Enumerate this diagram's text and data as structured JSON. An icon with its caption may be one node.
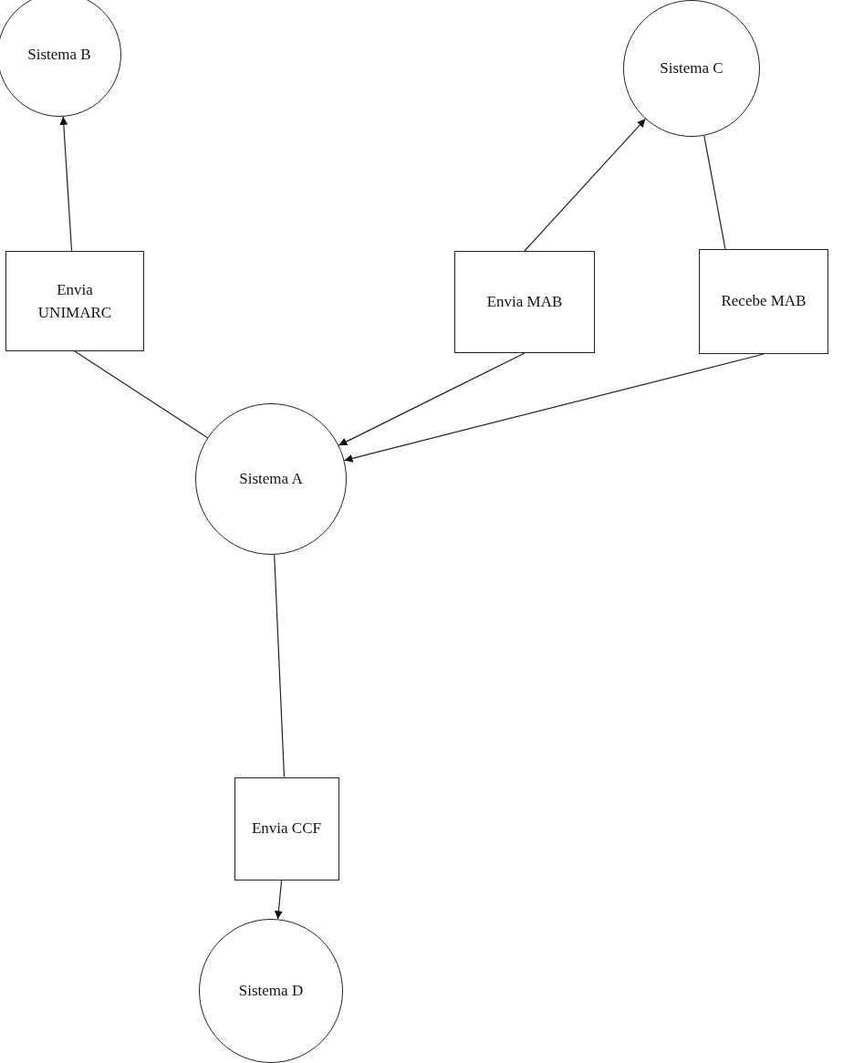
{
  "diagram": {
    "nodes": [
      {
        "text": [
          "Sistema B"
        ]
      },
      {
        "text": [
          "Sistema C"
        ]
      },
      {
        "text": [
          "Envia UNIMARC"
        ]
      },
      {
        "text": [
          "Envia MAB"
        ]
      },
      {
        "text": [
          "Recebe MAB"
        ]
      },
      {
        "text": [
          "Sistema A"
        ]
      },
      {
        "text": [
          "Envia CCF"
        ]
      },
      {
        "text": [
          "Sistema D"
        ]
      }
    ],
    "edges": [
      {
        "from": 5,
        "to": 2,
        "arrow": "none"
      },
      {
        "from": 2,
        "to": 0,
        "arrow": "to"
      },
      {
        "from": 3,
        "to": 5,
        "arrow": "to"
      },
      {
        "from": 3,
        "to": 1,
        "arrow": "to"
      },
      {
        "from": 1,
        "to": 4,
        "arrow": "none"
      },
      {
        "from": 4,
        "to": 5,
        "arrow": "to"
      },
      {
        "from": 5,
        "to": 6,
        "arrow": "none"
      },
      {
        "from": 6,
        "to": 7,
        "arrow": "to"
      }
    ]
  }
}
